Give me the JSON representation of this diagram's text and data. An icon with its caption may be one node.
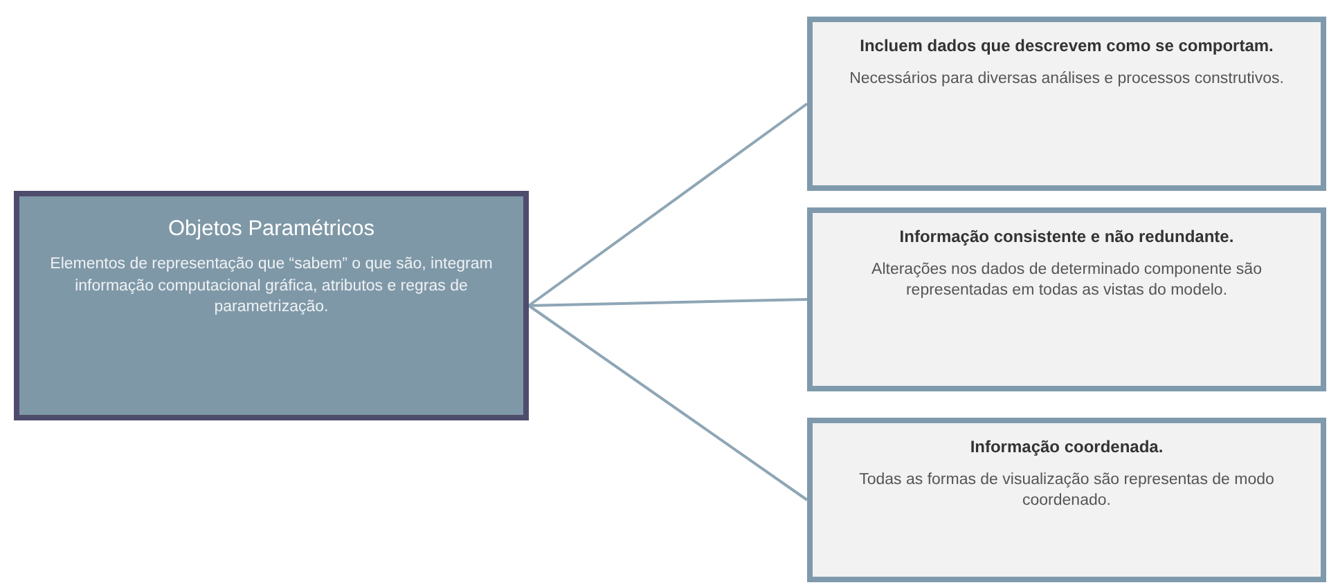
{
  "diagram": {
    "nodes": [
      {
        "text": [
          "Objetos Paramétricos",
          "Elementos de representação que “sabem” o que são, integram informação computacional gráfica, atributos e regras de parametrização."
        ]
      },
      {
        "text": [
          "Incluem dados que descrevem como se comportam.",
          "Necessários para diversas análises e processos construtivos."
        ]
      },
      {
        "text": [
          "Informação consistente e não redundante.",
          "Alterações nos dados de determinado componente são representadas em todas as vistas do modelo."
        ]
      },
      {
        "text": [
          "Informação coordenada.",
          "Todas as formas de visualização são representas de modo coordenado."
        ]
      }
    ],
    "edges": [
      {
        "from": 0,
        "to": 1,
        "arrow": "none"
      },
      {
        "from": 0,
        "to": 2,
        "arrow": "none"
      },
      {
        "from": 0,
        "to": 3,
        "arrow": "none"
      }
    ]
  }
}
